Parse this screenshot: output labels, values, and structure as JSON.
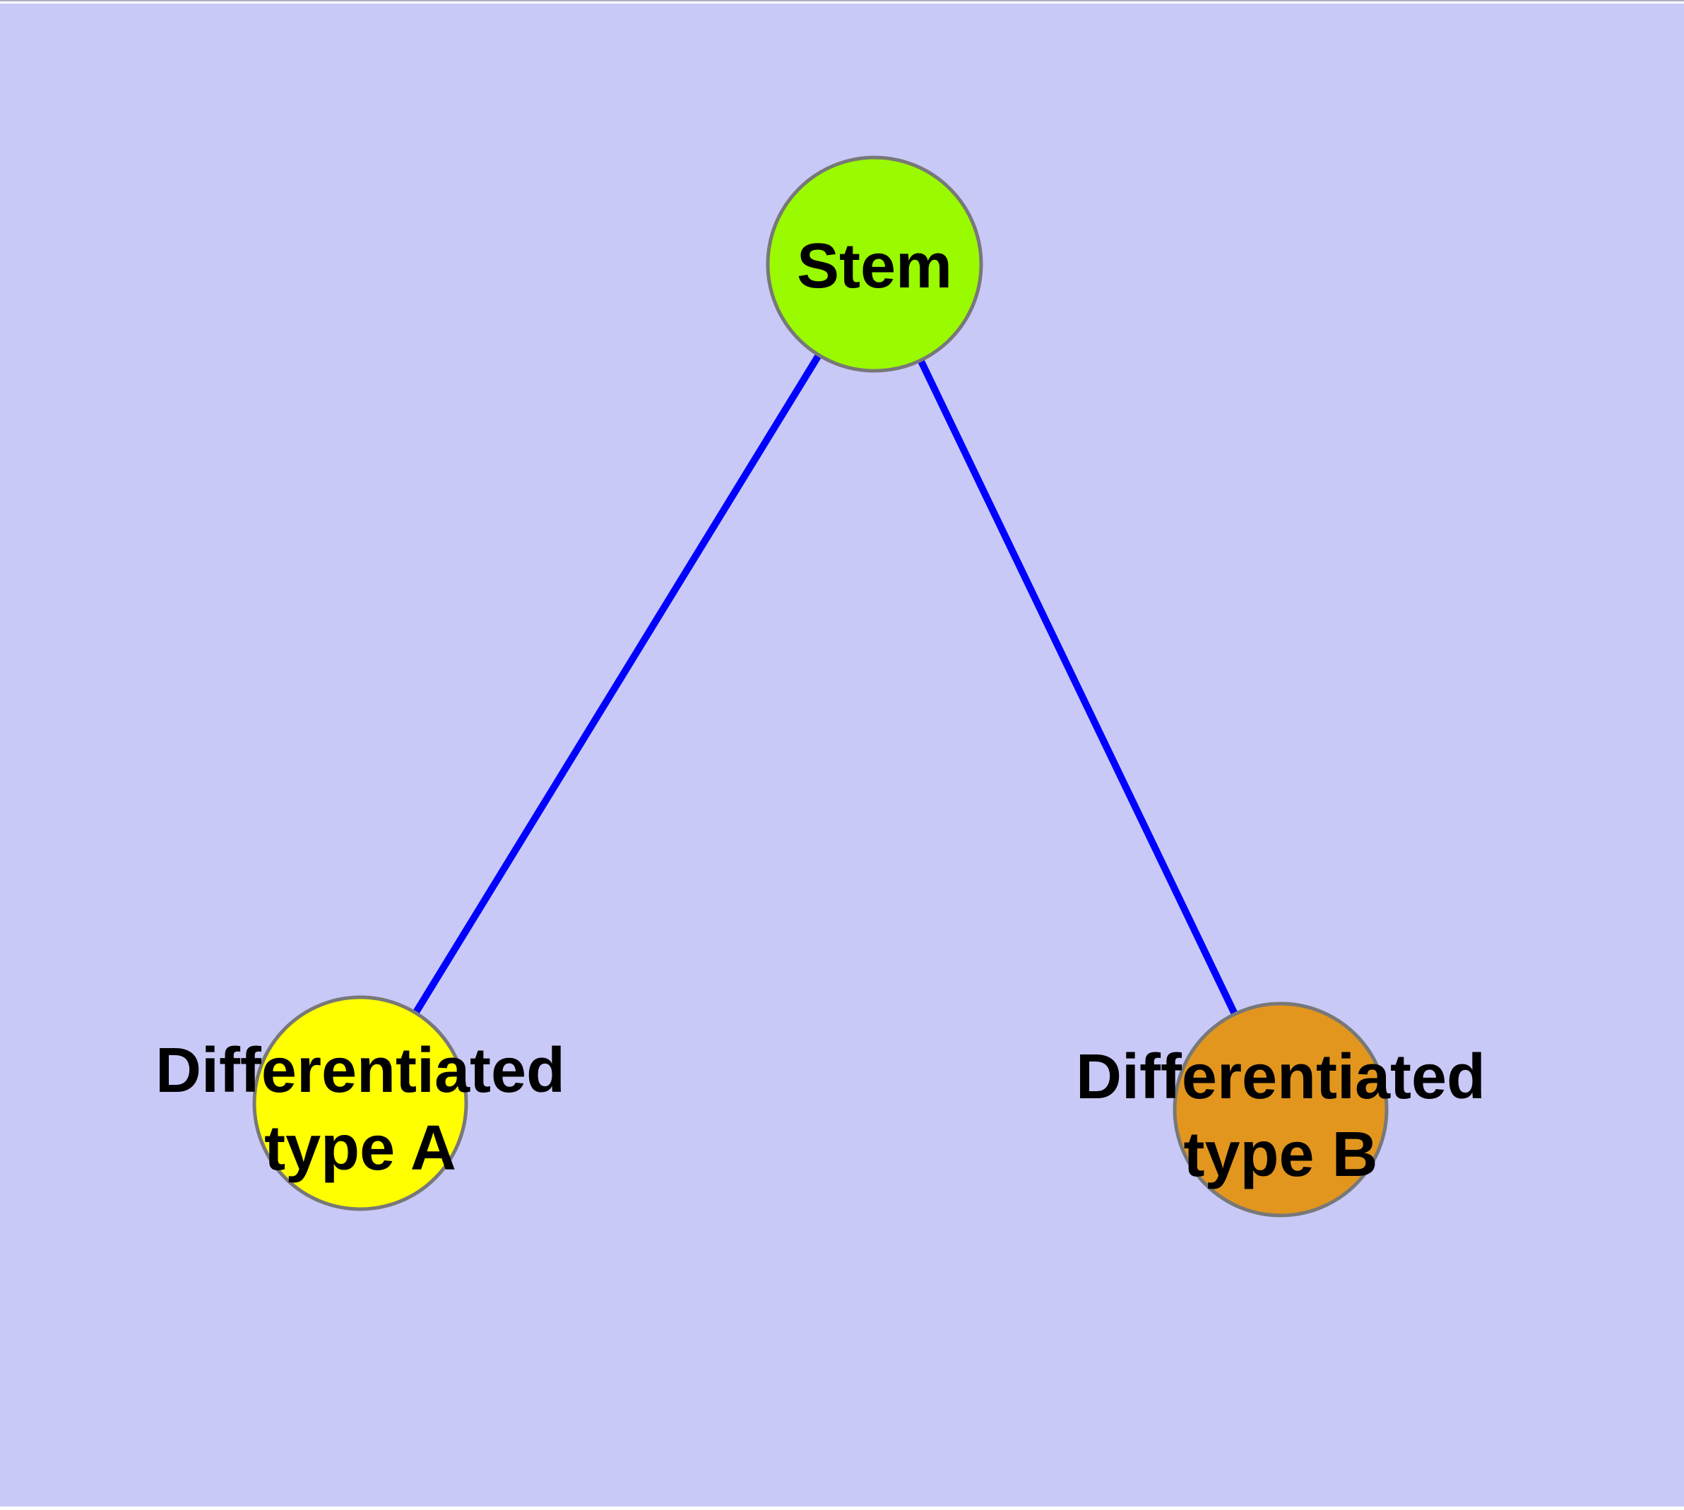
{
  "page": {
    "background": "#ffffff",
    "canvas_background": "#c9c9f8"
  },
  "diagram": {
    "type": "node-link-graph",
    "edge_color": "#0000ff",
    "node_border_color": "#787878",
    "label_color": "#000000",
    "nodes": [
      {
        "id": "stem",
        "label": "Stem",
        "fill": "#9afa00"
      },
      {
        "id": "type-a",
        "label_line1": "Differentiated",
        "label_line2": "type A",
        "fill": "#ffff00"
      },
      {
        "id": "type-b",
        "label_line1": "Differentiated",
        "label_line2": "type B",
        "fill": "#e2961e"
      }
    ],
    "edges": [
      {
        "from": "stem",
        "to": "type-a"
      },
      {
        "from": "stem",
        "to": "type-b"
      }
    ]
  }
}
